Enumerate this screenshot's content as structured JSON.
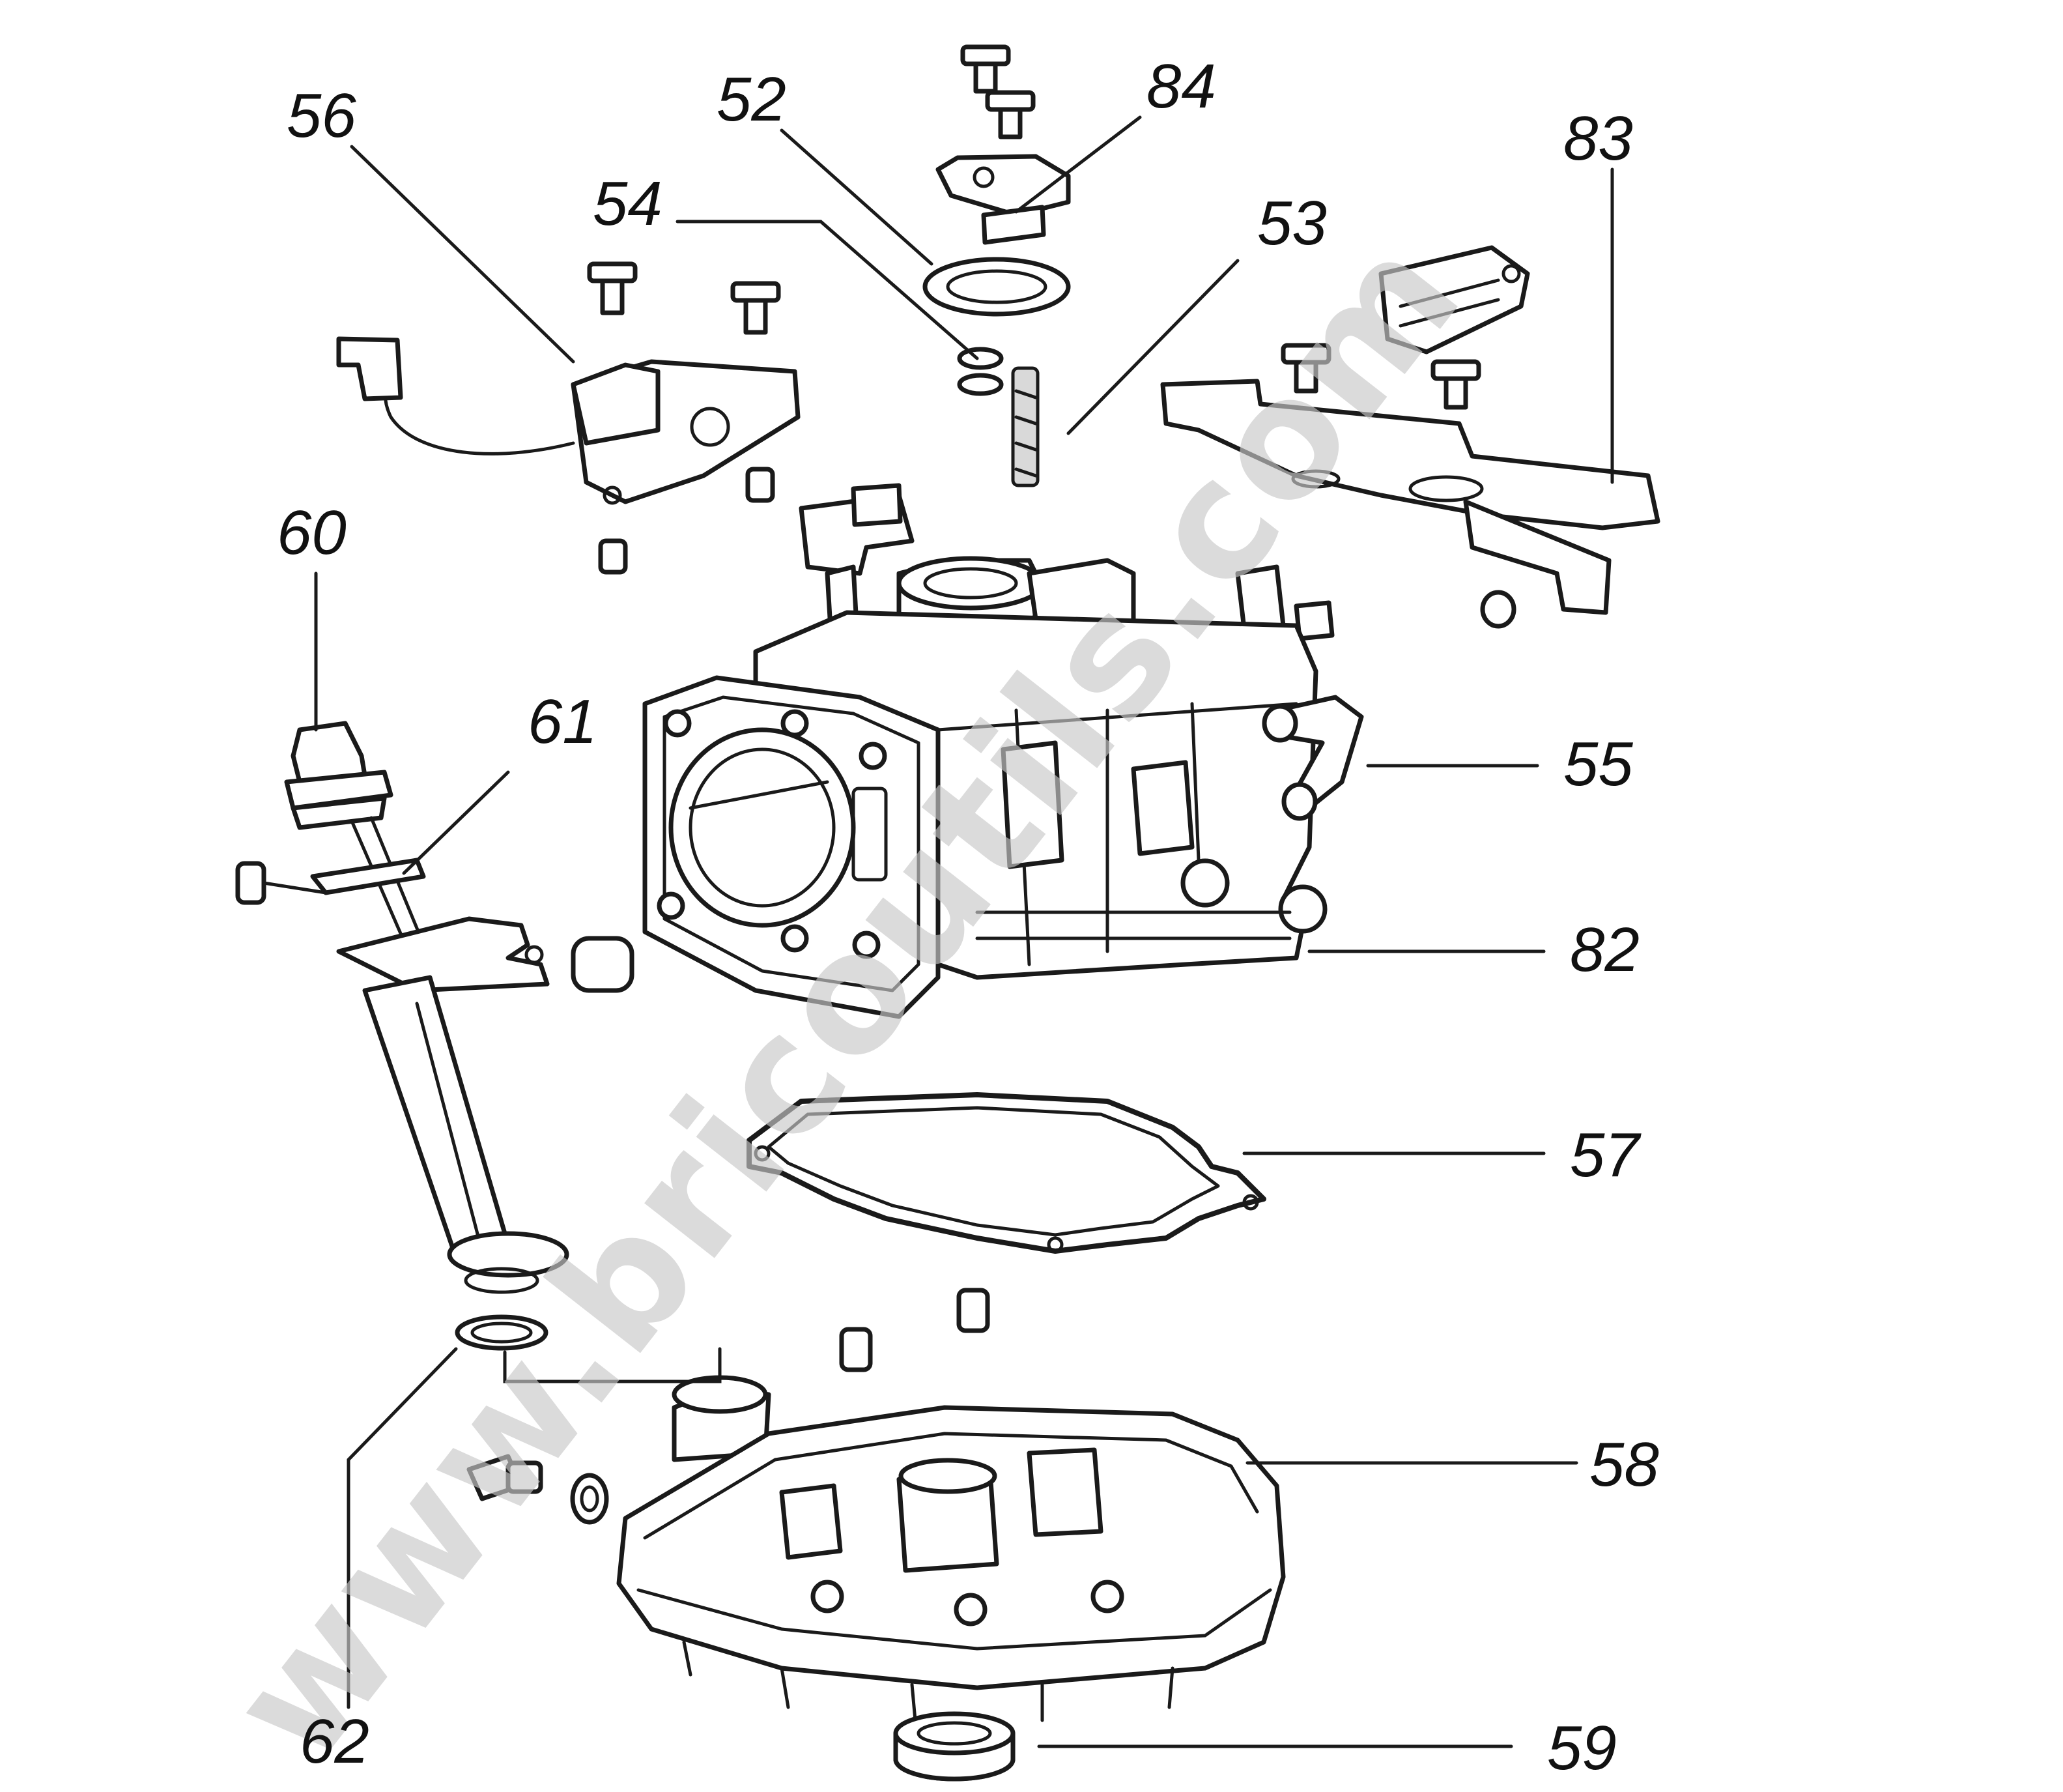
{
  "watermark": "www.bricoutils.com",
  "callouts": {
    "c52": "52",
    "c53": "53",
    "c54": "54",
    "c55": "55",
    "c56": "56",
    "c57": "57",
    "c58": "58",
    "c59": "59",
    "c60": "60",
    "c61": "61",
    "c62": "62",
    "c82": "82",
    "c83": "83",
    "c84": "84"
  }
}
